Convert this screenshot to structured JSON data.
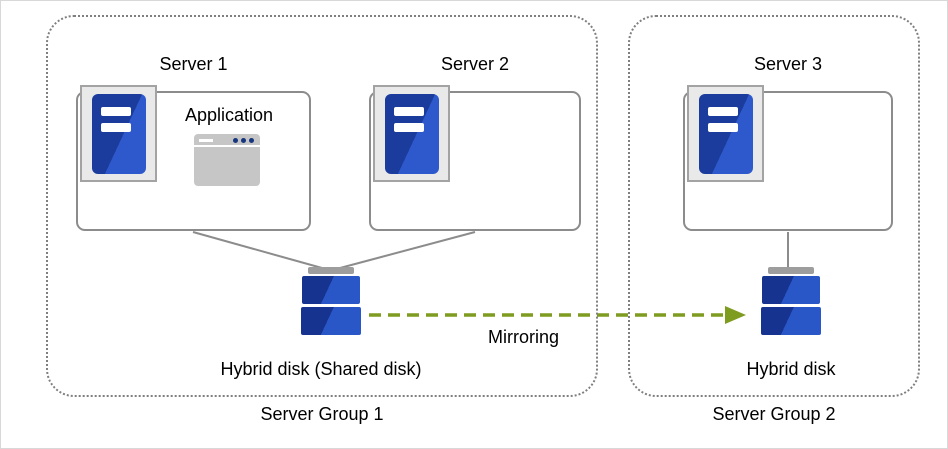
{
  "diagram": {
    "groups": [
      {
        "label": "Server Group 1",
        "servers": [
          "Server 1",
          "Server 2"
        ],
        "disk_label": "Hybrid disk (Shared disk)"
      },
      {
        "label": "Server Group 2",
        "servers": [
          "Server 3"
        ],
        "disk_label": "Hybrid disk"
      }
    ],
    "application_label": "Application",
    "mirroring_label": "Mirroring",
    "colors": {
      "server_blue_dark": "#1b3c9c",
      "server_blue_light": "#2d59cc",
      "disk_blue_dark": "#16338f",
      "disk_blue_light": "#2a57c8",
      "mirroring_green": "#7e9c1f",
      "connector_gray": "#8c8c8c",
      "boundary_gray": "#7f7f7f"
    },
    "icons": {
      "server-tower-icon": "css-shape",
      "application-window-icon": "css-shape",
      "hybrid-disk-icon": "css-shape",
      "mirroring-arrow": "svg-dashed-arrow"
    }
  }
}
